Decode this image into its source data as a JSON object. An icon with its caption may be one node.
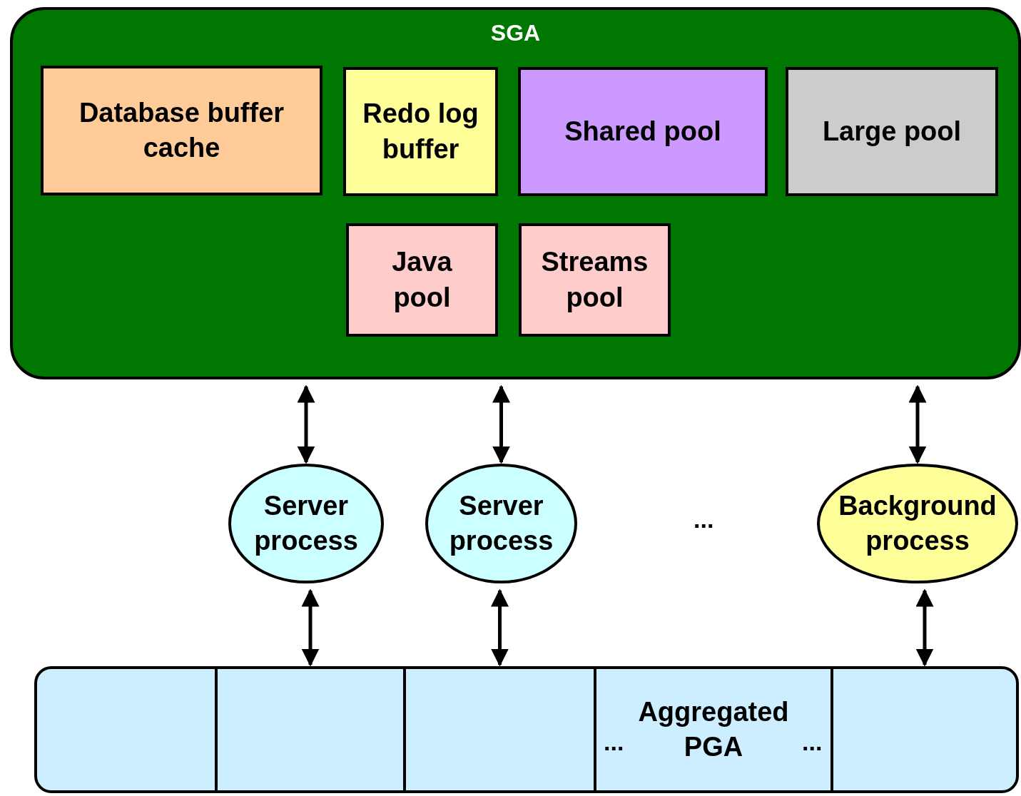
{
  "diagram": {
    "nodes": [
      {
        "text": [
          "SGA"
        ]
      },
      {
        "text": [
          "Database buffer cache"
        ],
        "in": 0
      },
      {
        "text": [
          "Redo log buffer"
        ],
        "in": 0
      },
      {
        "text": [
          "Shared pool"
        ],
        "in": 0
      },
      {
        "text": [
          "Large pool"
        ],
        "in": 0
      },
      {
        "text": [
          "Java pool"
        ],
        "in": 0
      },
      {
        "text": [
          "Streams pool"
        ],
        "in": 0
      },
      {
        "text": [
          "Server process"
        ]
      },
      {
        "text": [
          "Server process"
        ]
      },
      {
        "text": [
          "Background process"
        ]
      },
      {
        "text": [],
        "shape": "box"
      },
      {
        "text": [],
        "shape": "box"
      },
      {
        "text": [],
        "shape": "box"
      },
      {
        "text": [
          "Aggregated PGA"
        ]
      },
      {
        "text": [],
        "shape": "box"
      }
    ],
    "edges": [
      {
        "from": 0,
        "to": 7,
        "arrow": "both"
      },
      {
        "from": 0,
        "to": 8,
        "arrow": "both"
      },
      {
        "from": 0,
        "to": 9,
        "arrow": "both"
      },
      {
        "from": 7,
        "to": 11,
        "arrow": "both"
      },
      {
        "from": 8,
        "to": 12,
        "arrow": "both"
      },
      {
        "from": 9,
        "to": 14,
        "arrow": "both"
      }
    ],
    "labels": [
      "...",
      "...",
      "..."
    ]
  }
}
